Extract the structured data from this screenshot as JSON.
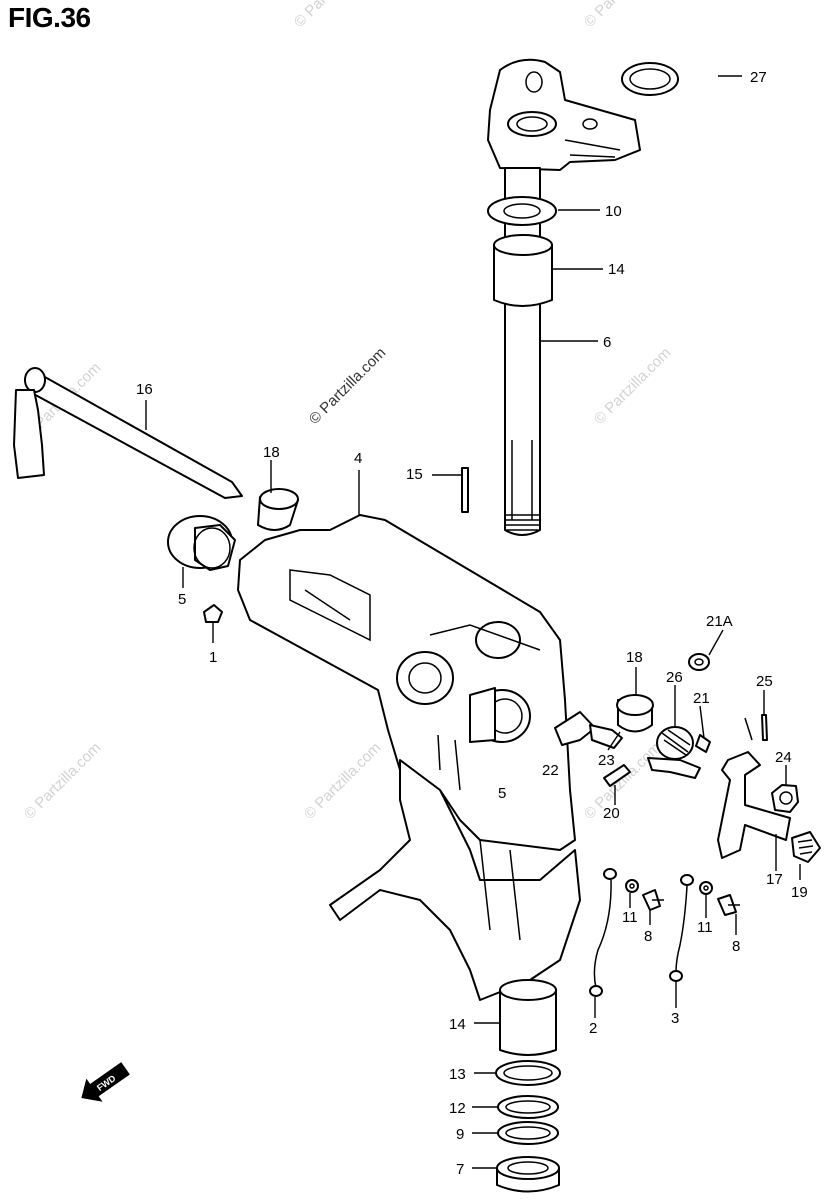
{
  "figure": {
    "title": "FIG.36"
  },
  "watermark": {
    "text": "© Partzilla.com"
  },
  "direction_arrow": {
    "label": "FWD"
  },
  "callouts": [
    {
      "id": "c27",
      "label": "27"
    },
    {
      "id": "c10",
      "label": "10"
    },
    {
      "id": "c14a",
      "label": "14"
    },
    {
      "id": "c6",
      "label": "6"
    },
    {
      "id": "c16",
      "label": "16"
    },
    {
      "id": "c18a",
      "label": "18"
    },
    {
      "id": "c4",
      "label": "4"
    },
    {
      "id": "c15",
      "label": "15"
    },
    {
      "id": "c5a",
      "label": "5"
    },
    {
      "id": "c1",
      "label": "1"
    },
    {
      "id": "c21A",
      "label": "21A"
    },
    {
      "id": "c18b",
      "label": "18"
    },
    {
      "id": "c26",
      "label": "26"
    },
    {
      "id": "c25",
      "label": "25"
    },
    {
      "id": "c21",
      "label": "21"
    },
    {
      "id": "c23",
      "label": "23"
    },
    {
      "id": "c22",
      "label": "22"
    },
    {
      "id": "c24",
      "label": "24"
    },
    {
      "id": "c5b",
      "label": "5"
    },
    {
      "id": "c20",
      "label": "20"
    },
    {
      "id": "c17",
      "label": "17"
    },
    {
      "id": "c19",
      "label": "19"
    },
    {
      "id": "c11a",
      "label": "11"
    },
    {
      "id": "c8a",
      "label": "8"
    },
    {
      "id": "c11b",
      "label": "11"
    },
    {
      "id": "c8b",
      "label": "8"
    },
    {
      "id": "c2",
      "label": "2"
    },
    {
      "id": "c3",
      "label": "3"
    },
    {
      "id": "c14b",
      "label": "14"
    },
    {
      "id": "c13",
      "label": "13"
    },
    {
      "id": "c12",
      "label": "12"
    },
    {
      "id": "c9",
      "label": "9"
    },
    {
      "id": "c7",
      "label": "7"
    }
  ]
}
